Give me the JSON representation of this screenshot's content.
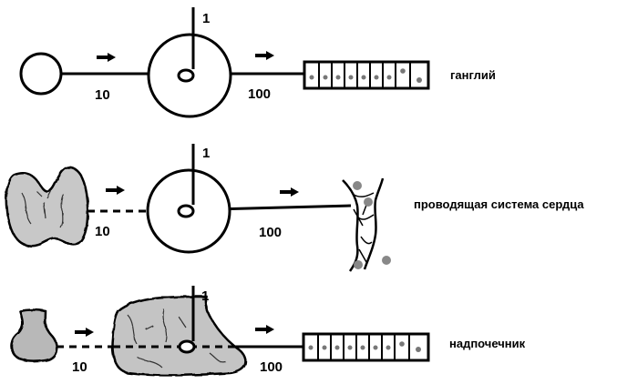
{
  "rows": [
    {
      "left_label": "10",
      "right_label": "100",
      "top_label": "1",
      "organ_name": "ганглий",
      "source_icon": "cell-circle-icon",
      "target_icon": "cell-chain-icon"
    },
    {
      "left_label": "10",
      "right_label": "100",
      "top_label": "1",
      "organ_name": "проводящая система сердца",
      "source_icon": "thyroid-gland-icon",
      "target_icon": "heart-fiber-icon"
    },
    {
      "left_label": "10",
      "right_label": "100",
      "top_label": "1",
      "organ_name": "надпочечник",
      "source_icon": "pituitary-gland-icon",
      "target_icon": "cell-chain-icon"
    }
  ]
}
